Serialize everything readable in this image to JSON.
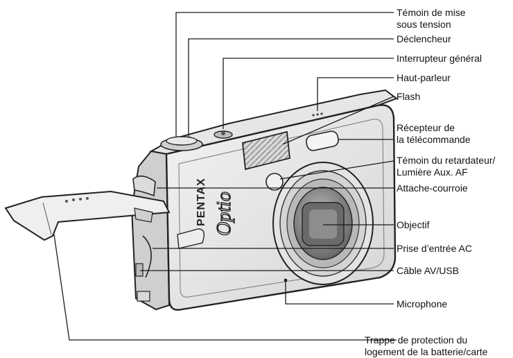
{
  "labels": {
    "power_lamp": [
      "Témoin de mise",
      "sous tension"
    ],
    "shutter": "Déclencheur",
    "main_switch": "Interrupteur général",
    "speaker": "Haut-parleur",
    "flash": "Flash",
    "remote_receiver": [
      "Récepteur de",
      "la télécommande"
    ],
    "self_timer": [
      "Témoin du retardateur/",
      "Lumière Aux. AF"
    ],
    "strap_lug": "Attache-courroie",
    "lens": "Objectif",
    "ac_input": "Prise d’entrée AC",
    "av_usb": "Câble AV/USB",
    "microphone": "Microphone",
    "battery_cover": [
      "Trappe de protection du",
      "logement de la batterie/carte"
    ]
  },
  "camera": {
    "brand_logo": "PENTAX",
    "model_logo": "Optio"
  }
}
